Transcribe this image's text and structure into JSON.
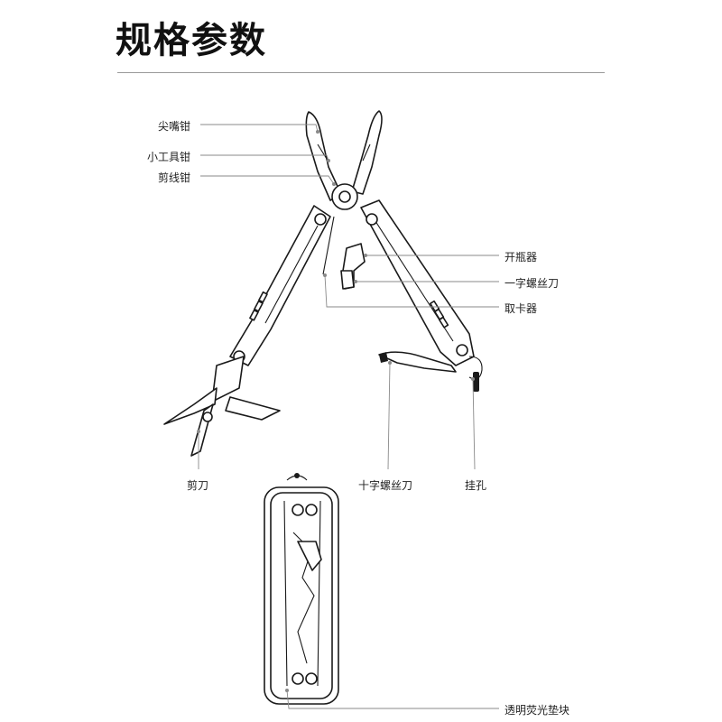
{
  "title": "规格参数",
  "labels": {
    "needle_nose_pliers": "尖嘴钳",
    "small_pliers": "小工具钳",
    "wire_cutter": "剪线钳",
    "bottle_opener": "开瓶器",
    "flat_screwdriver": "一字螺丝刀",
    "card_remover": "取卡器",
    "scissors": "剪刀",
    "phillips_screwdriver": "十字螺丝刀",
    "hanging_hole": "挂孔",
    "fluorescent_pad": "透明荧光垫块"
  }
}
